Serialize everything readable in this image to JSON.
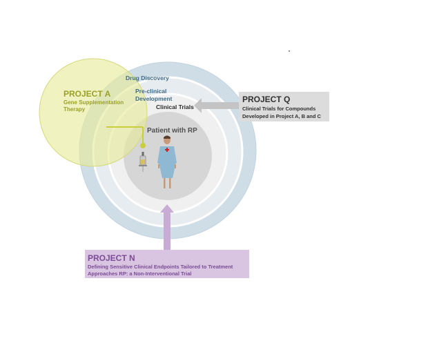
{
  "rings": {
    "outer_label": "Drug Discovery",
    "middle_label_line1": "Pre-clinical",
    "middle_label_line2": "Development",
    "inner_label": "Clinical Trials",
    "core_label": "Patient with RP"
  },
  "project_a": {
    "title": "PROJECT A",
    "desc_line1": "Gene Supplementation",
    "desc_line2": "Therapy"
  },
  "project_q": {
    "title": "PROJECT Q",
    "desc_line1": "Clinical Trials for Compounds",
    "desc_line2": "Developed in Project A, B and C"
  },
  "project_n": {
    "title": "PROJECT N",
    "desc_line1": "Defining Sensitive Clinical Endpoints Tailored to Treatment",
    "desc_line2": "Approaches RP: a Non-Interventional Trial"
  },
  "colors": {
    "outer_ring": "#cfdde6",
    "middle_ring": "#e6ecf0",
    "inner_ring": "#f0f0f0",
    "core": "#d6d6d6",
    "project_a_fill": "#e7ea9a",
    "project_a_text": "#9aa02a",
    "ring_label_blue": "#3f6a86",
    "project_q_box": "#dcdcdc",
    "project_n_box": "#d9c4e2",
    "project_n_text": "#7a4c94",
    "arrow_gray": "#c4c4c4",
    "arrow_purple": "#c9acd6"
  }
}
